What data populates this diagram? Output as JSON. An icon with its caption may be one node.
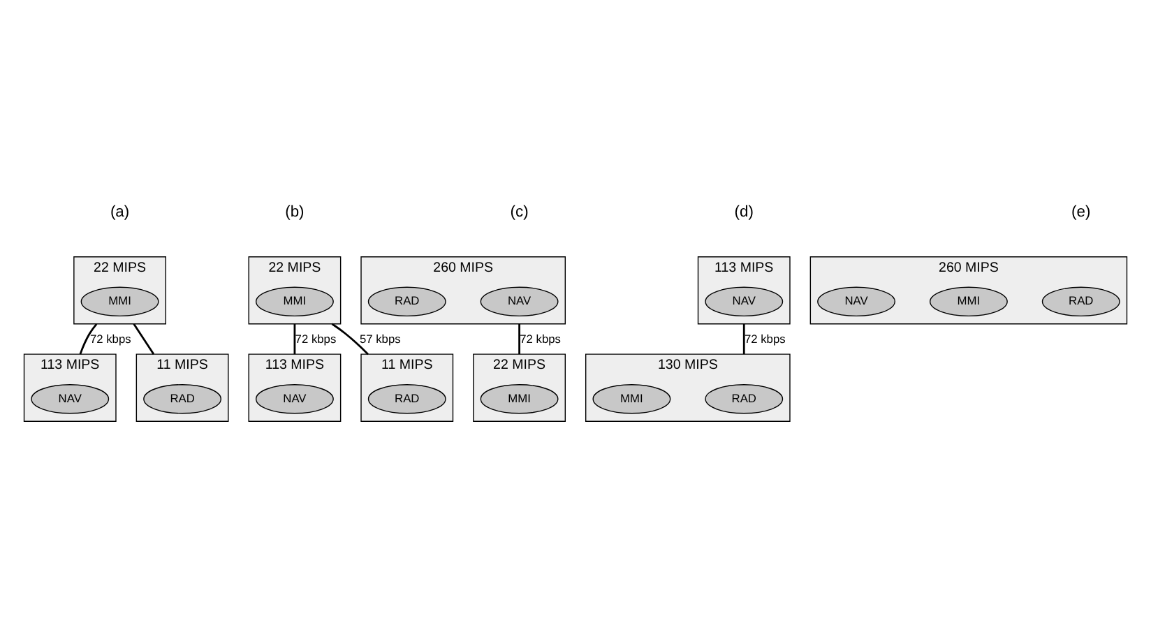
{
  "diagram": {
    "nodes": [
      {
        "text": [
          "22 MIPS"
        ]
      },
      {
        "text": [
          "MMI"
        ],
        "in": 0
      },
      {
        "text": [
          "113 MIPS"
        ]
      },
      {
        "text": [
          "NAV"
        ],
        "in": 2
      },
      {
        "text": [
          "11 MIPS"
        ]
      },
      {
        "text": [
          "RAD"
        ],
        "in": 4
      },
      {
        "text": [
          "22 MIPS"
        ]
      },
      {
        "text": [
          "MMI"
        ],
        "in": 6
      },
      {
        "text": [
          "113 MIPS"
        ]
      },
      {
        "text": [
          "NAV"
        ],
        "in": 8
      },
      {
        "text": [
          "11 MIPS"
        ]
      },
      {
        "text": [
          "RAD"
        ],
        "in": 10
      },
      {
        "text": [
          "260 MIPS"
        ]
      },
      {
        "text": [
          "NAV"
        ],
        "in": 12
      },
      {
        "text": [
          "RAD"
        ],
        "in": 12
      },
      {
        "text": [
          "22 MIPS"
        ]
      },
      {
        "text": [
          "MMI"
        ],
        "in": 15
      },
      {
        "text": [
          "113 MIPS"
        ]
      },
      {
        "text": [
          "NAV"
        ],
        "in": 17
      },
      {
        "text": [
          "130 MIPS"
        ]
      },
      {
        "text": [
          "RAD"
        ],
        "in": 19
      },
      {
        "text": [
          "MMI"
        ],
        "in": 19
      },
      {
        "text": [
          "260 MIPS"
        ]
      },
      {
        "text": [
          "RAD"
        ],
        "in": 22
      },
      {
        "text": [
          "MMI"
        ],
        "in": 22
      },
      {
        "text": [
          "NAV"
        ],
        "in": 22
      }
    ],
    "edges": [
      {
        "from": 0,
        "to": 2,
        "arrow": "none",
        "label": "72 kbps"
      },
      {
        "from": 0,
        "to": 4,
        "arrow": "none"
      },
      {
        "from": 6,
        "to": 8,
        "arrow": "none",
        "label": "72 kbps"
      },
      {
        "from": 6,
        "to": 10,
        "arrow": "none",
        "label": "57 kbps"
      },
      {
        "from": 12,
        "to": 15,
        "arrow": "none",
        "label": "72 kbps"
      },
      {
        "from": 17,
        "to": 19,
        "arrow": "none",
        "label": "72 kbps"
      }
    ],
    "labels": [
      "(a)",
      "(b)",
      "(c)",
      "(d)",
      "(e)"
    ]
  }
}
